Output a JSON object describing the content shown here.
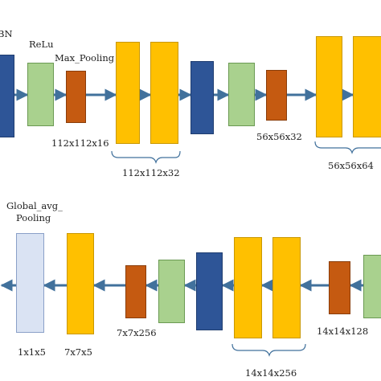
{
  "colors": {
    "bn": "#2e5597",
    "relu": "#a9d18e",
    "pool": "#c55a11",
    "conv": "#ffc000",
    "gap": "#dae3f3",
    "arrow": "#41719c"
  },
  "labels": {
    "bn": "BN",
    "relu": "ReLu",
    "max_pooling": "Max_Pooling",
    "pool1_size": "112x112x16",
    "conv1_size": "112x112x32",
    "pool2_size": "56x56x32",
    "conv2_size": "56x56x64",
    "global_avg_line1": "Global_avg_",
    "global_avg_line2": "Pooling",
    "gap_size": "1x1x5",
    "final_conv_size": "7x7x5",
    "pool3_size": "7x7x256",
    "conv3_size": "14x14x256",
    "pool4_size": "14x14x128"
  }
}
